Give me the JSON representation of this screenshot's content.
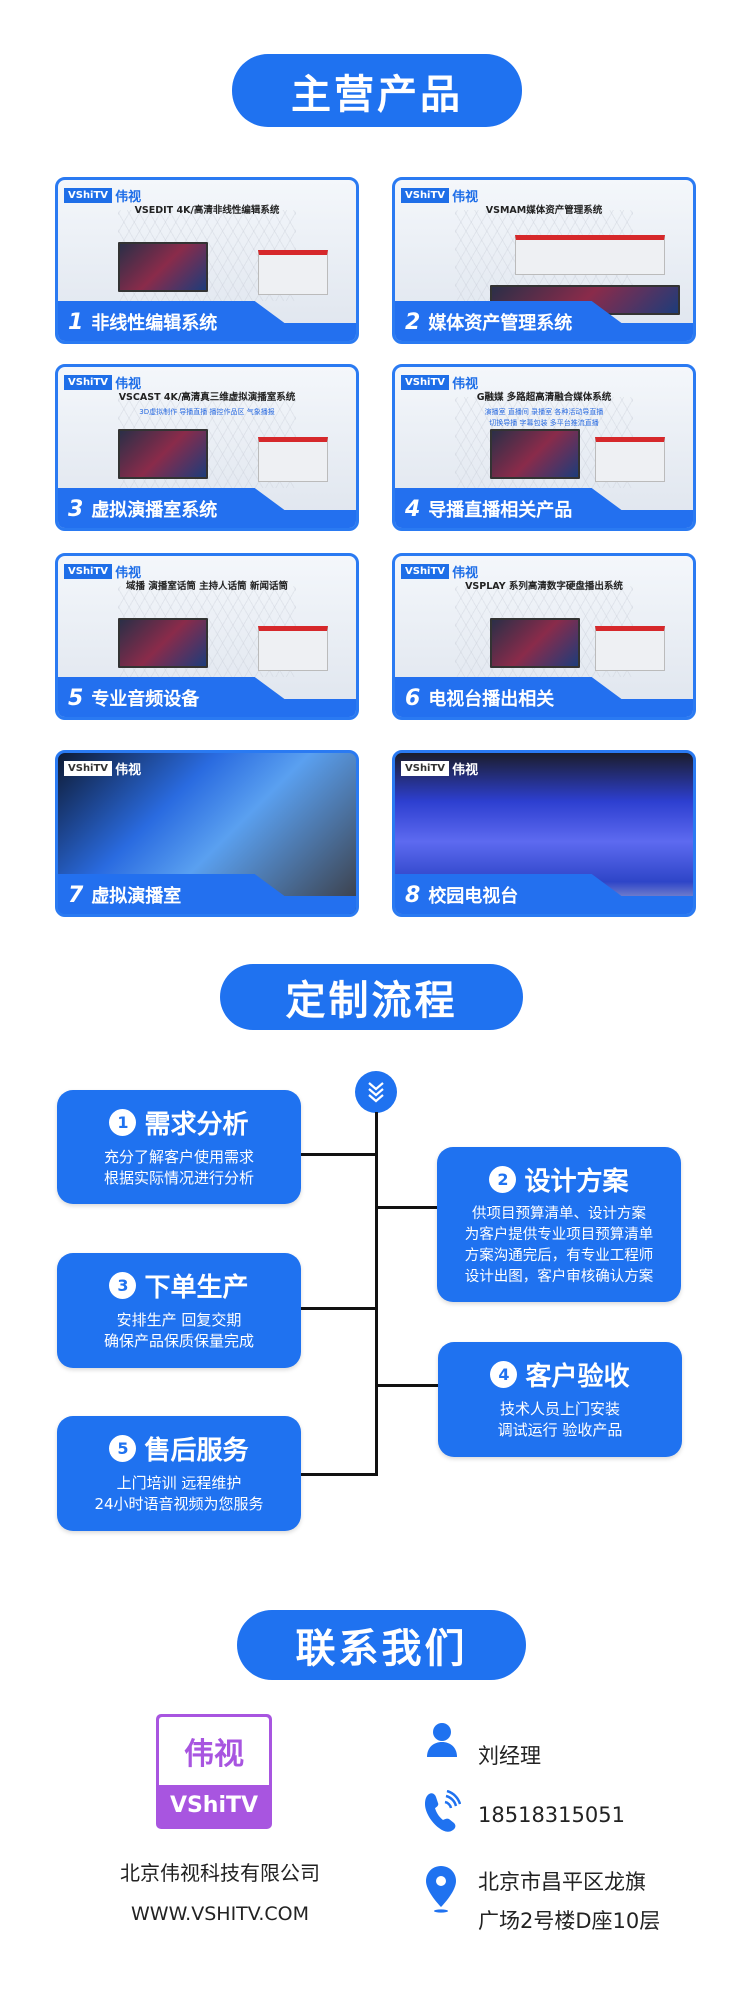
{
  "products_title": "主营产品",
  "products": [
    {
      "num": "1",
      "label": "非线性编辑系统",
      "subtitle": "VSEDIT 4K/高清非线性编辑系统",
      "brand_en": "VShiTV",
      "brand_cn": "伟视"
    },
    {
      "num": "2",
      "label": "媒体资产管理系统",
      "subtitle": "VSMAM媒体资产管理系统",
      "brand_en": "VShiTV",
      "brand_cn": "伟视"
    },
    {
      "num": "3",
      "label": "虚拟演播室系统",
      "subtitle": "VSCAST 4K/高清真三维虚拟演播室系统",
      "tags": "3D虚拟制作  导播直播  播控作品区  气象播报",
      "brand_en": "VShiTV",
      "brand_cn": "伟视"
    },
    {
      "num": "4",
      "label": "导播直播相关产品",
      "subtitle": "G融媒 多路超高清融合媒体系统",
      "tags": "演播室  直播间  录播室  各种活动导直播",
      "tags2": "切换导播  字幕包装  多平台推流直播",
      "brand_en": "VShiTV",
      "brand_cn": "伟视"
    },
    {
      "num": "5",
      "label": "专业音频设备",
      "subtitle": "域播 演播室话筒 主持人话筒 新闻话筒",
      "brand_en": "VShiTV",
      "brand_cn": "伟视"
    },
    {
      "num": "6",
      "label": "电视台播出相关",
      "subtitle": "VSPLAY 系列高清数字硬盘播出系统",
      "brand_en": "VShiTV",
      "brand_cn": "伟视"
    },
    {
      "num": "7",
      "label": "虚拟演播室",
      "brand_en": "VShiTV",
      "brand_cn": "伟视"
    },
    {
      "num": "8",
      "label": "校园电视台",
      "brand_en": "VShiTV",
      "brand_cn": "伟视"
    }
  ],
  "process_title": "定制流程",
  "steps": [
    {
      "num": "1",
      "title": "需求分析",
      "lines": [
        "充分了解客户使用需求",
        "根据实际情况进行分析"
      ]
    },
    {
      "num": "2",
      "title": "设计方案",
      "lines": [
        "供项目预算清单、设计方案",
        "为客户提供专业项目预算清单",
        "方案沟通完后，有专业工程师",
        "设计出图，客户审核确认方案"
      ]
    },
    {
      "num": "3",
      "title": "下单生产",
      "lines": [
        "安排生产 回复交期",
        "确保产品保质保量完成"
      ]
    },
    {
      "num": "4",
      "title": "客户验收",
      "lines": [
        "技术人员上门安装",
        "调试运行 验收产品"
      ]
    },
    {
      "num": "5",
      "title": "售后服务",
      "lines": [
        "上门培训 远程维护",
        "24小时语音视频为您服务"
      ]
    }
  ],
  "contact_title": "联系我们",
  "company": {
    "logo_cn": "伟视",
    "logo_en": "VShiTV",
    "name": "北京伟视科技有限公司",
    "website": "WWW.VSHITV.COM"
  },
  "contact": {
    "person": "刘经理",
    "phone": "18518315051",
    "address1": "北京市昌平区龙旗",
    "address2": "广场2号楼D座10层"
  },
  "colors": {
    "primary": "#1f72f0",
    "logo_purple": "#a855e0"
  }
}
